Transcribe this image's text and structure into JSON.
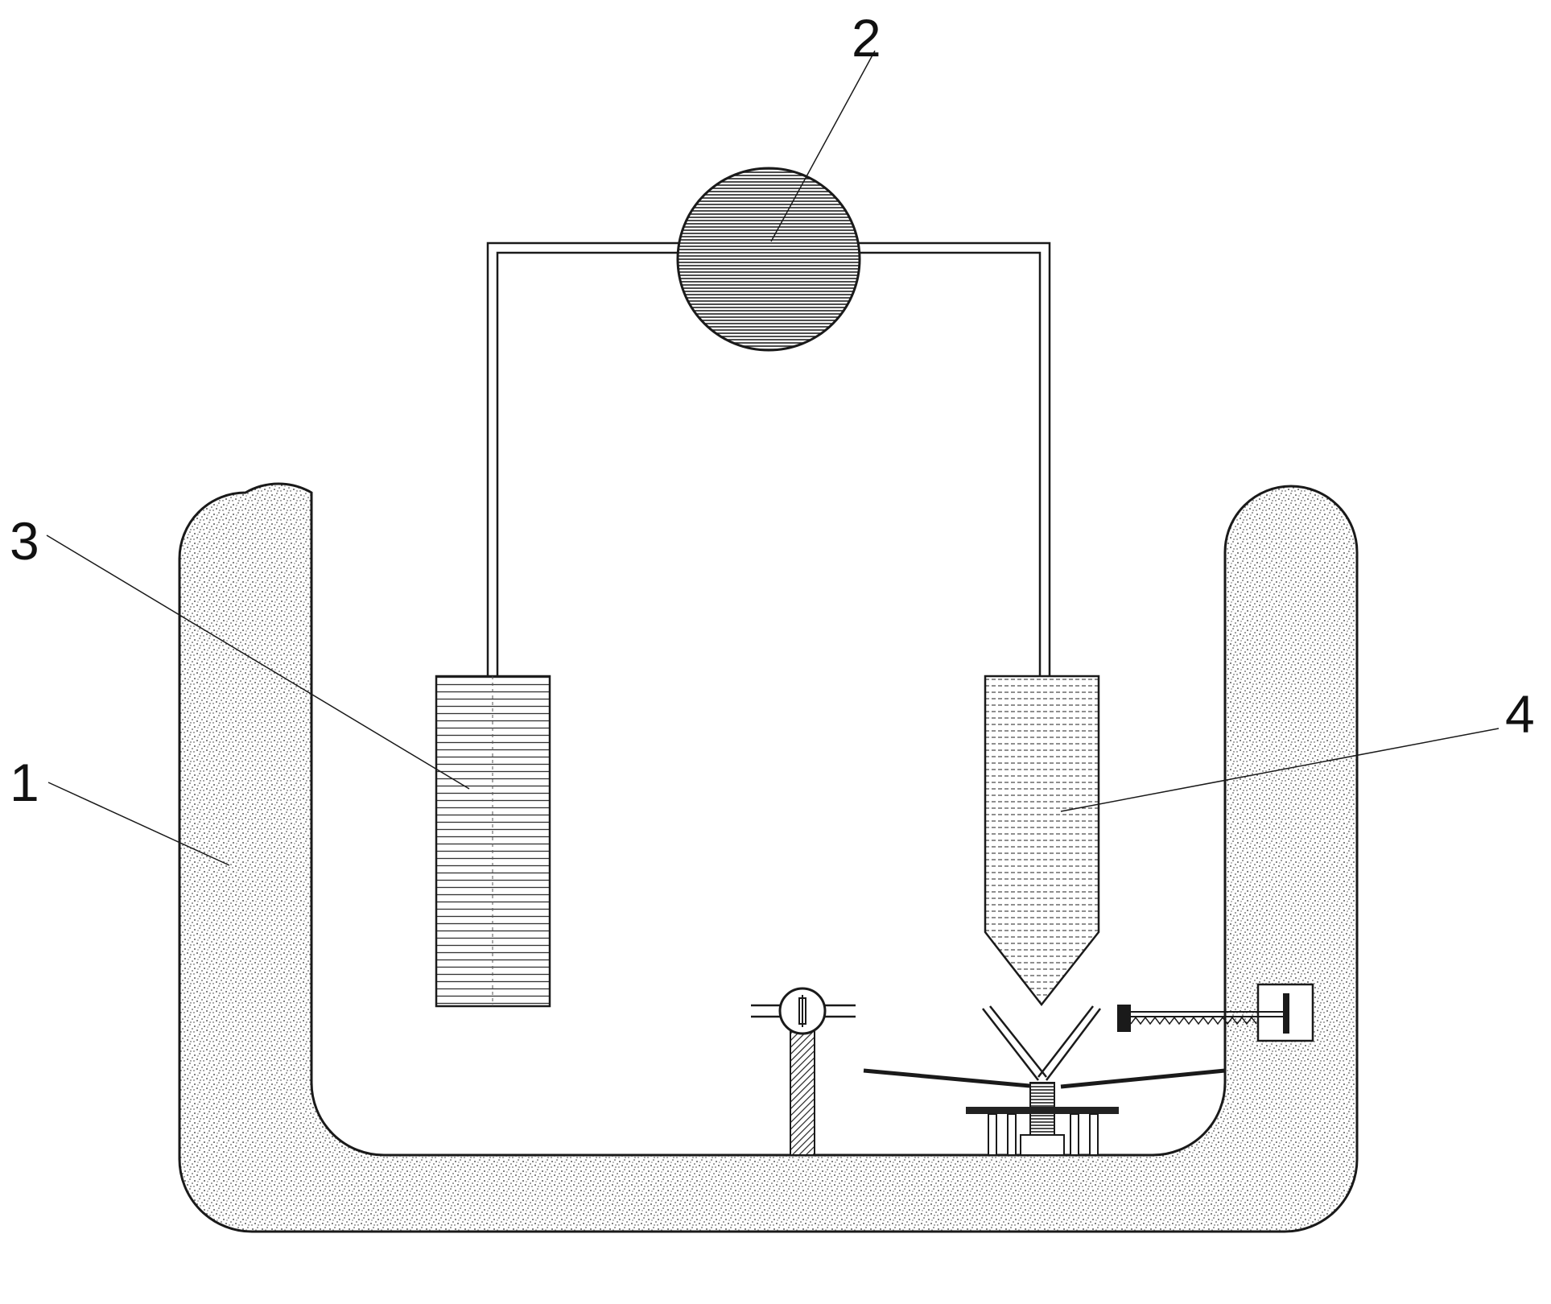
{
  "figure": {
    "labels": [
      {
        "id": "container",
        "number": "1"
      },
      {
        "id": "power-supply",
        "number": "2"
      },
      {
        "id": "left-electrode",
        "number": "3"
      },
      {
        "id": "right-electrode",
        "number": "4"
      }
    ]
  },
  "colors": {
    "line": "#1a1a1a",
    "stipple_fill": "#ffffff",
    "stipple_dot": "#2a2a2a",
    "hatch": "#333333",
    "background": "#ffffff"
  }
}
